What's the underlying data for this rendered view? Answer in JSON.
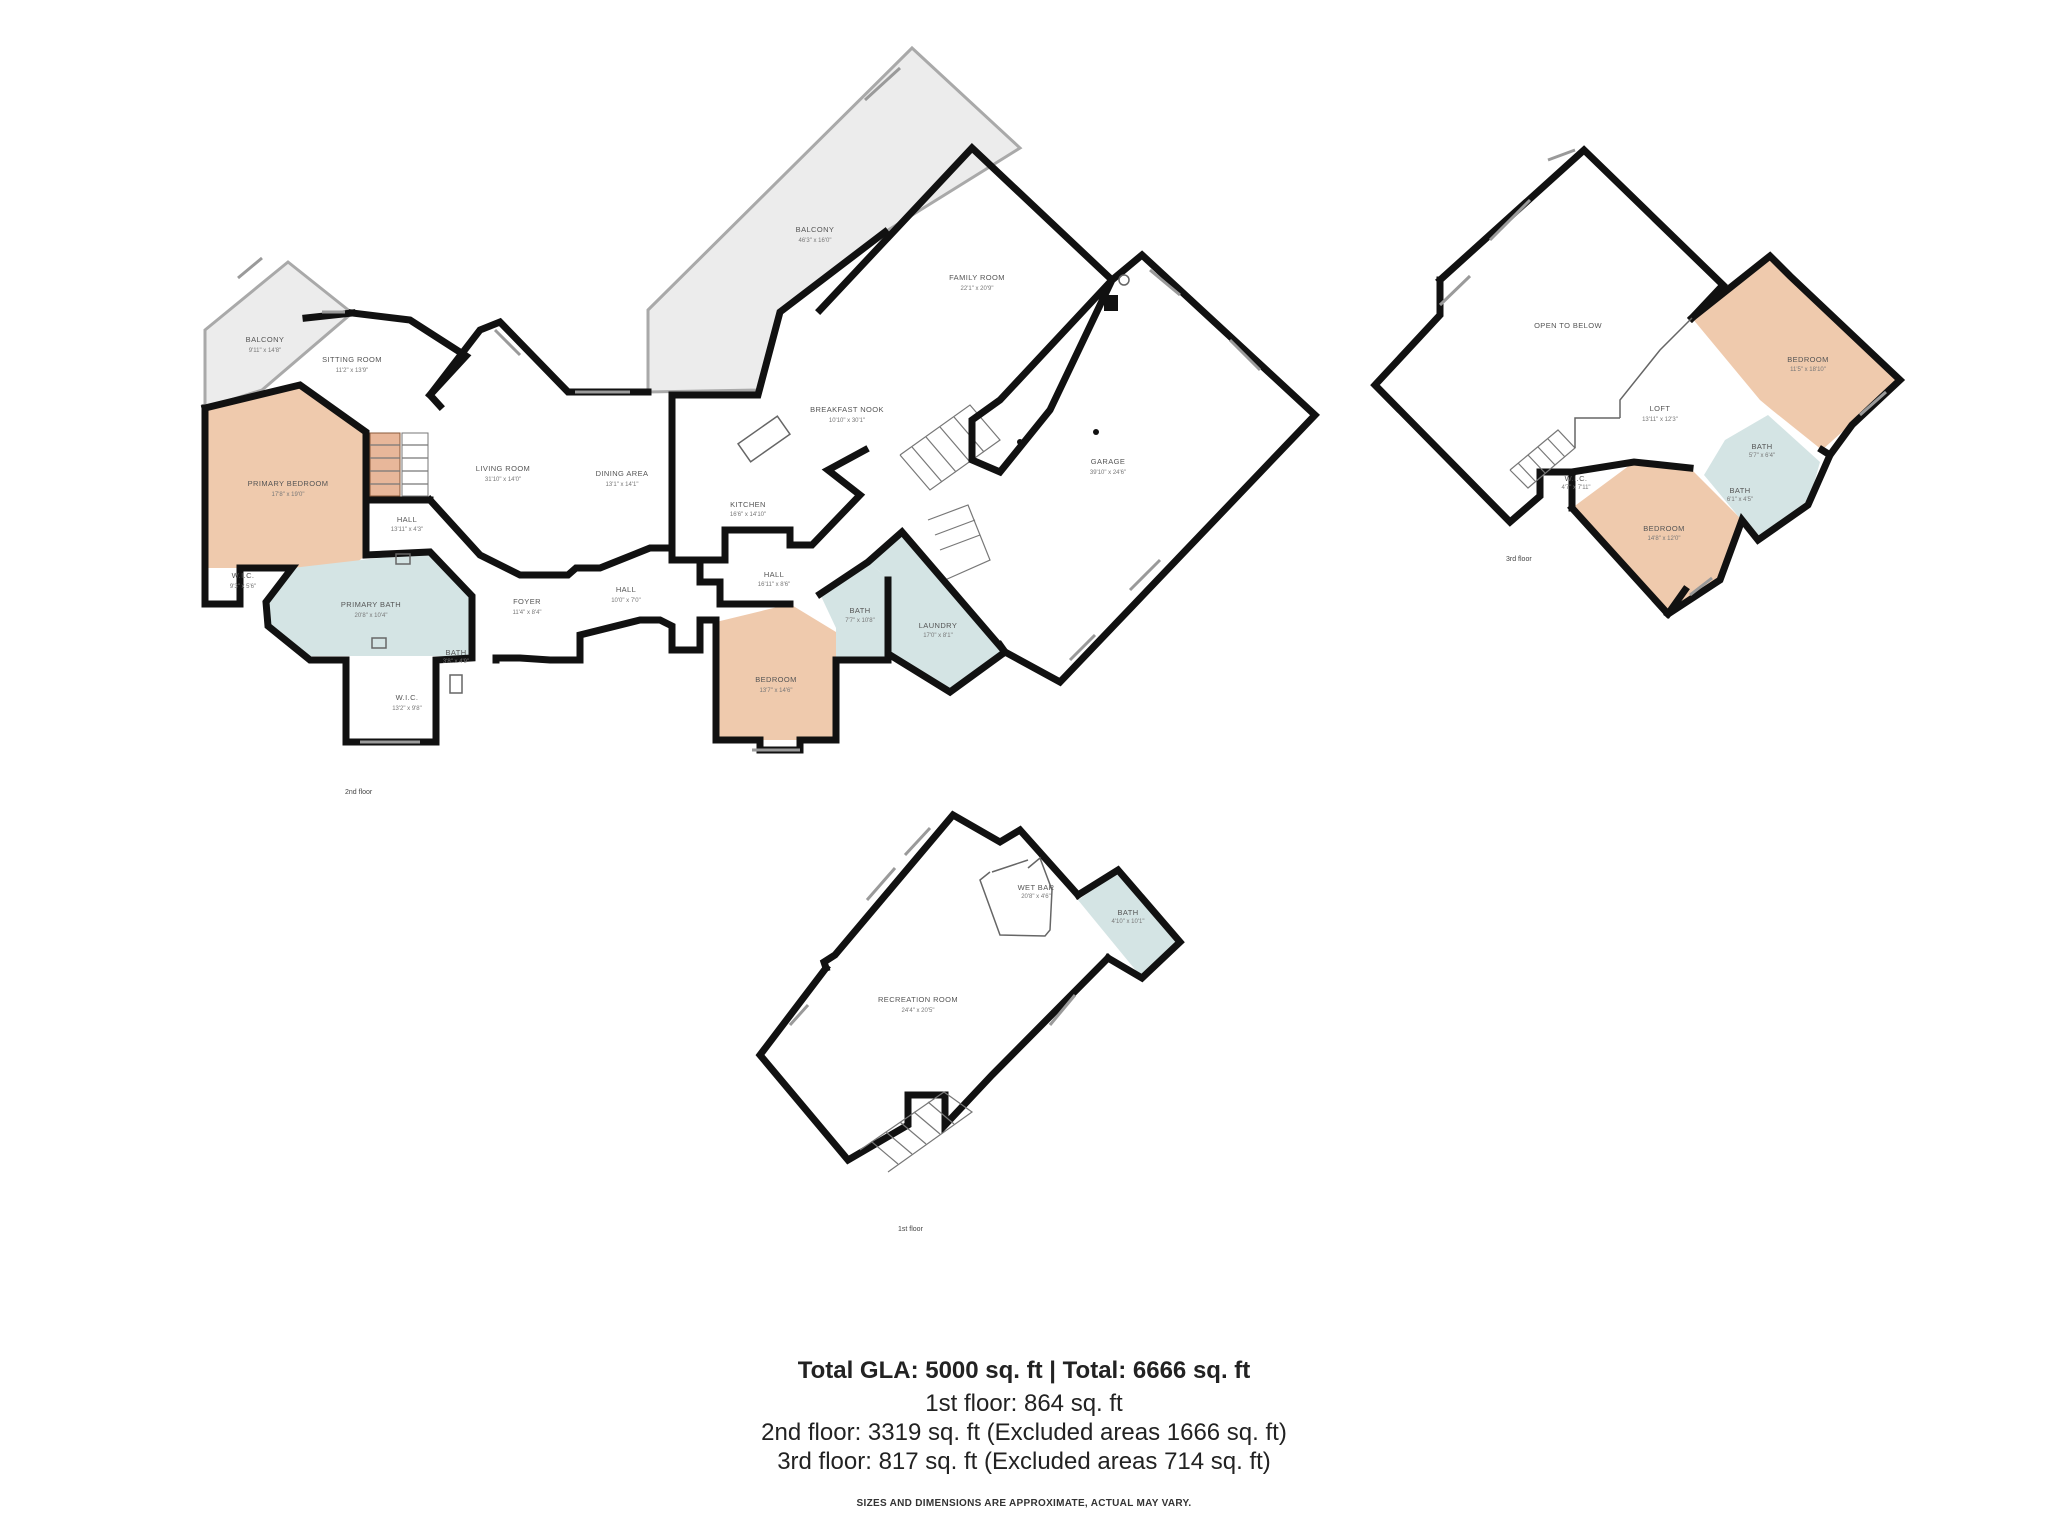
{
  "rooms": {
    "balcony_small": {
      "name": "BALCONY",
      "dim": "9'11\" x 14'8\""
    },
    "sitting_room": {
      "name": "SITTING ROOM",
      "dim": "11'2\" x 13'9\""
    },
    "primary_bedroom": {
      "name": "PRIMARY BEDROOM",
      "dim": "17'8\" x 19'0\""
    },
    "living_room": {
      "name": "LIVING ROOM",
      "dim": "31'10\" x 14'0\""
    },
    "dining_area": {
      "name": "DINING AREA",
      "dim": "13'1\" x 14'1\""
    },
    "balcony_large": {
      "name": "BALCONY",
      "dim": "46'3\" x 16'0\""
    },
    "family_room": {
      "name": "FAMILY ROOM",
      "dim": "22'1\" x 20'9\""
    },
    "breakfast_nook": {
      "name": "BREAKFAST NOOK",
      "dim": "10'10\" x 30'1\""
    },
    "kitchen": {
      "name": "KITCHEN",
      "dim": "16'6\" x 14'10\""
    },
    "garage": {
      "name": "GARAGE",
      "dim": "39'10\" x 24'6\""
    },
    "hall_left": {
      "name": "HALL",
      "dim": "13'11\" x 4'3\""
    },
    "wic_left": {
      "name": "W.I.C.",
      "dim": "9'3\" x 5'6\""
    },
    "primary_bath": {
      "name": "PRIMARY BATH",
      "dim": "20'8\" x 10'4\""
    },
    "bath_small": {
      "name": "BATH",
      "dim": "3'8\" x 4'9\""
    },
    "wic_lower": {
      "name": "W.I.C.",
      "dim": "13'2\" x 9'8\""
    },
    "foyer": {
      "name": "FOYER",
      "dim": "11'4\" x 8'4\""
    },
    "hall_center": {
      "name": "HALL",
      "dim": "10'0\" x 7'0\""
    },
    "hall_right": {
      "name": "HALL",
      "dim": "16'11\" x 8'6\""
    },
    "bath_2nd": {
      "name": "BATH",
      "dim": "7'7\" x 10'8\""
    },
    "laundry": {
      "name": "LAUNDRY",
      "dim": "17'0\" x 8'1\""
    },
    "bedroom_2nd": {
      "name": "BEDROOM",
      "dim": "13'7\" x 14'6\""
    },
    "open_to_below": {
      "name": "OPEN TO BELOW",
      "dim": ""
    },
    "bedroom_3rd_right": {
      "name": "BEDROOM",
      "dim": "11'5\" x 18'10\""
    },
    "loft": {
      "name": "LOFT",
      "dim": "13'11\" x 12'3\""
    },
    "bath_3rd_a": {
      "name": "BATH",
      "dim": "5'7\" x 6'4\""
    },
    "bath_3rd_b": {
      "name": "BATH",
      "dim": "6'1\" x 4'5\""
    },
    "wic_3rd": {
      "name": "W.I.C.",
      "dim": "4'7\" x 7'11\""
    },
    "bedroom_3rd_left": {
      "name": "BEDROOM",
      "dim": "14'8\" x 12'0\""
    },
    "wet_bar": {
      "name": "WET BAR",
      "dim": "20'8\" x 4'6\""
    },
    "bath_1st": {
      "name": "BATH",
      "dim": "4'10\" x 10'1\""
    },
    "recreation_room": {
      "name": "RECREATION ROOM",
      "dim": "24'4\" x 20'5\""
    }
  },
  "floor_labels": {
    "second": "2nd floor",
    "third": "3rd floor",
    "first": "1st floor"
  },
  "summary": {
    "total": "Total GLA: 5000 sq. ft | Total: 6666 sq. ft",
    "first": "1st floor: 864 sq. ft",
    "second": "2nd floor: 3319 sq. ft (Excluded areas 1666 sq. ft)",
    "third": "3rd floor: 817 sq. ft (Excluded areas 714 sq. ft)",
    "disclaimer": "SIZES AND DIMENSIONS ARE APPROXIMATE, ACTUAL MAY VARY."
  },
  "colors": {
    "bedroom": "#efcaad",
    "bath": "#d4e4e4",
    "balcony": "#ececec",
    "wall": "#111111"
  }
}
